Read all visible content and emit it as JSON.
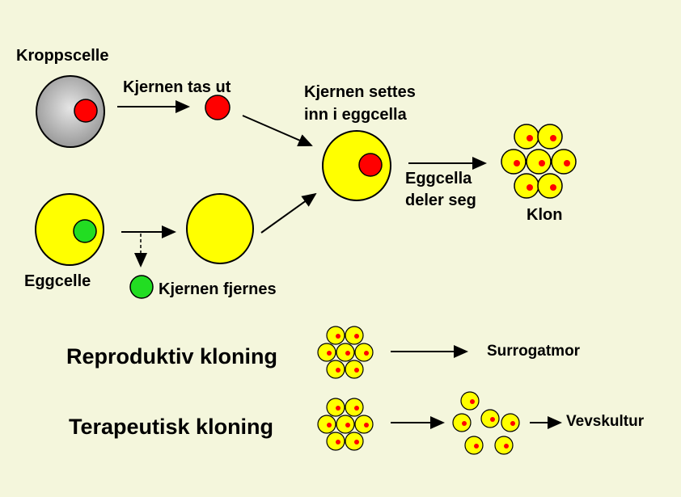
{
  "labels": {
    "kroppscelle": "Kroppscelle",
    "kjernen_tas_ut": "Kjernen tas ut",
    "kjernen_settes_1": "Kjernen settes",
    "kjernen_settes_2": "inn i eggcella",
    "eggcella_deler_1": "Eggcella",
    "eggcella_deler_2": "deler seg",
    "klon": "Klon",
    "eggcelle": "Eggcelle",
    "kjernen_fjernes": "Kjernen fjernes",
    "reproduktiv": "Reproduktiv kloning",
    "surrogatmor": "Surrogatmor",
    "terapeutisk": "Terapeutisk kloning",
    "vevskultur": "Vevskultur"
  },
  "colors": {
    "background": "#f4f6dc",
    "somatic_cell": "#b8b8b8",
    "egg_cell": "#ffff00",
    "donor_nucleus": "#ff0000",
    "egg_nucleus": "#22dd22",
    "outline": "#000000"
  }
}
